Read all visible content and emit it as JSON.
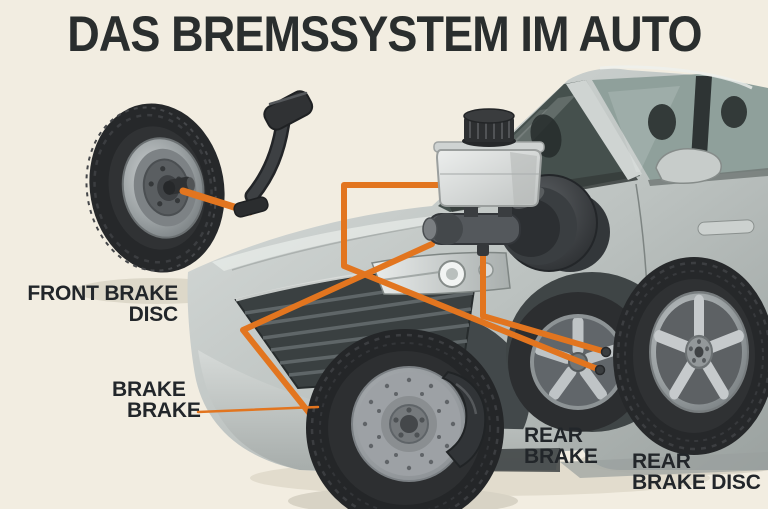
{
  "title": "DAS BREMSSYSTEM IM AUTO",
  "labels": {
    "front_brake_disc": {
      "line1": "FRONT BRAKE",
      "line2": "DISC"
    },
    "brake": {
      "line1": "BRAKE",
      "line2": "BRAKE"
    },
    "rear_brake": {
      "line1": "REAR",
      "line2": "BRAKE"
    },
    "rear_brake_disc": {
      "line1": "REAR",
      "line2": "BRAKE DISC"
    }
  },
  "colors": {
    "background": "#f2ede1",
    "title_text": "#2a2e2e",
    "label_text": "#22262a",
    "brake_line_orange": "#e2751f",
    "car_silver": "#c2c7c5",
    "tire_black": "#26282a"
  }
}
